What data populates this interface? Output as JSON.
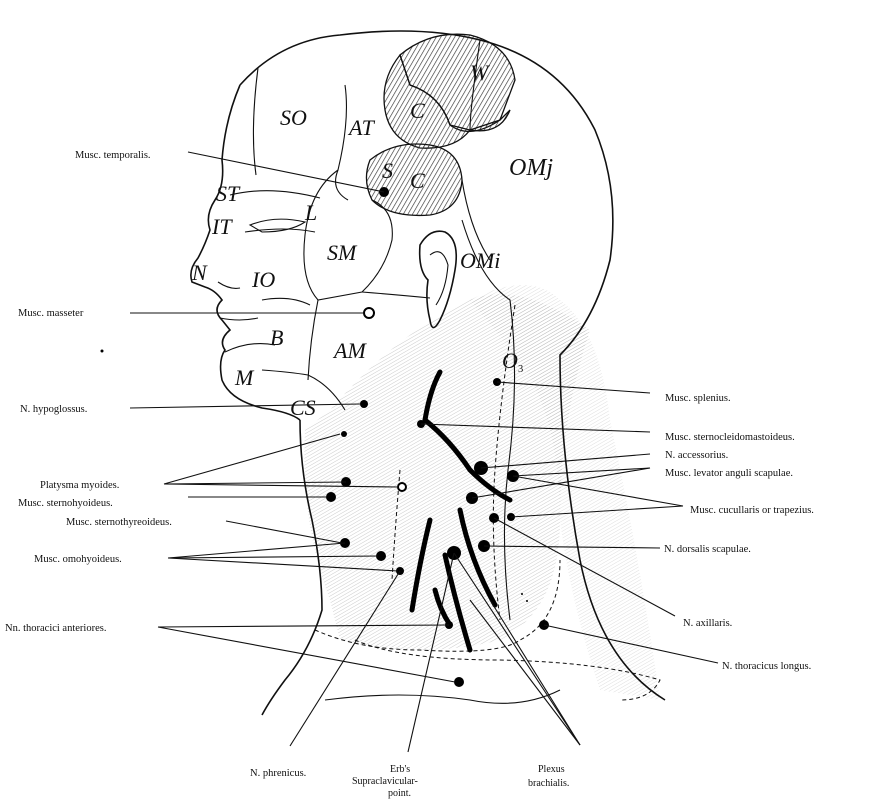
{
  "left_labels": {
    "musc_temporalis": "Musc. temporalis.",
    "musc_masseter": "Musc. masseter",
    "n_hypoglossus": "N. hypoglossus.",
    "platysma_myoides": "Platysma myoides.",
    "musc_sternohyoideus": "Musc. sternohyoideus.",
    "musc_sternothyreoideus": "Musc. sternothyreoideus.",
    "musc_omohyoideus": "Musc. omohyoideus.",
    "nn_thoracici_anteriores": "Nn. thoracici anteriores."
  },
  "right_labels": {
    "musc_splenius": "Musc. splenius.",
    "musc_sternocleidomastoideus": "Musc. sternocleidomastoideus.",
    "n_accessorius": "N. accessorius.",
    "musc_levator": "Musc. levator anguli scapulae.",
    "musc_cucullaris": "Musc. cucullaris or trapezius.",
    "n_dorsalis_scapulae": "N. dorsalis scapulae.",
    "n_axillaris": "N. axillaris.",
    "n_thoracicus_longus": "N. thoracicus longus."
  },
  "bottom_labels": {
    "n_phrenicus": "N. phrenicus.",
    "erbs_point_line1": "Erb's",
    "erbs_point_line2": "Supraclavicular-",
    "erbs_point_line3": "point.",
    "plexus_line1": "Plexus",
    "plexus_line2": "brachialis."
  },
  "regions": {
    "SO": "SO",
    "AT": "AT",
    "C_top": "C",
    "W": "W",
    "S": "S",
    "C_mid": "C",
    "OMj": "OMj",
    "ST": "ST",
    "IT": "IT",
    "L": "L",
    "SM": "SM",
    "OMi": "OMi",
    "N": "N",
    "IO": "IO",
    "B": "B",
    "AM": "AM",
    "M": "M",
    "CS": "CS",
    "O3": "O",
    "O3_sub": "3"
  }
}
